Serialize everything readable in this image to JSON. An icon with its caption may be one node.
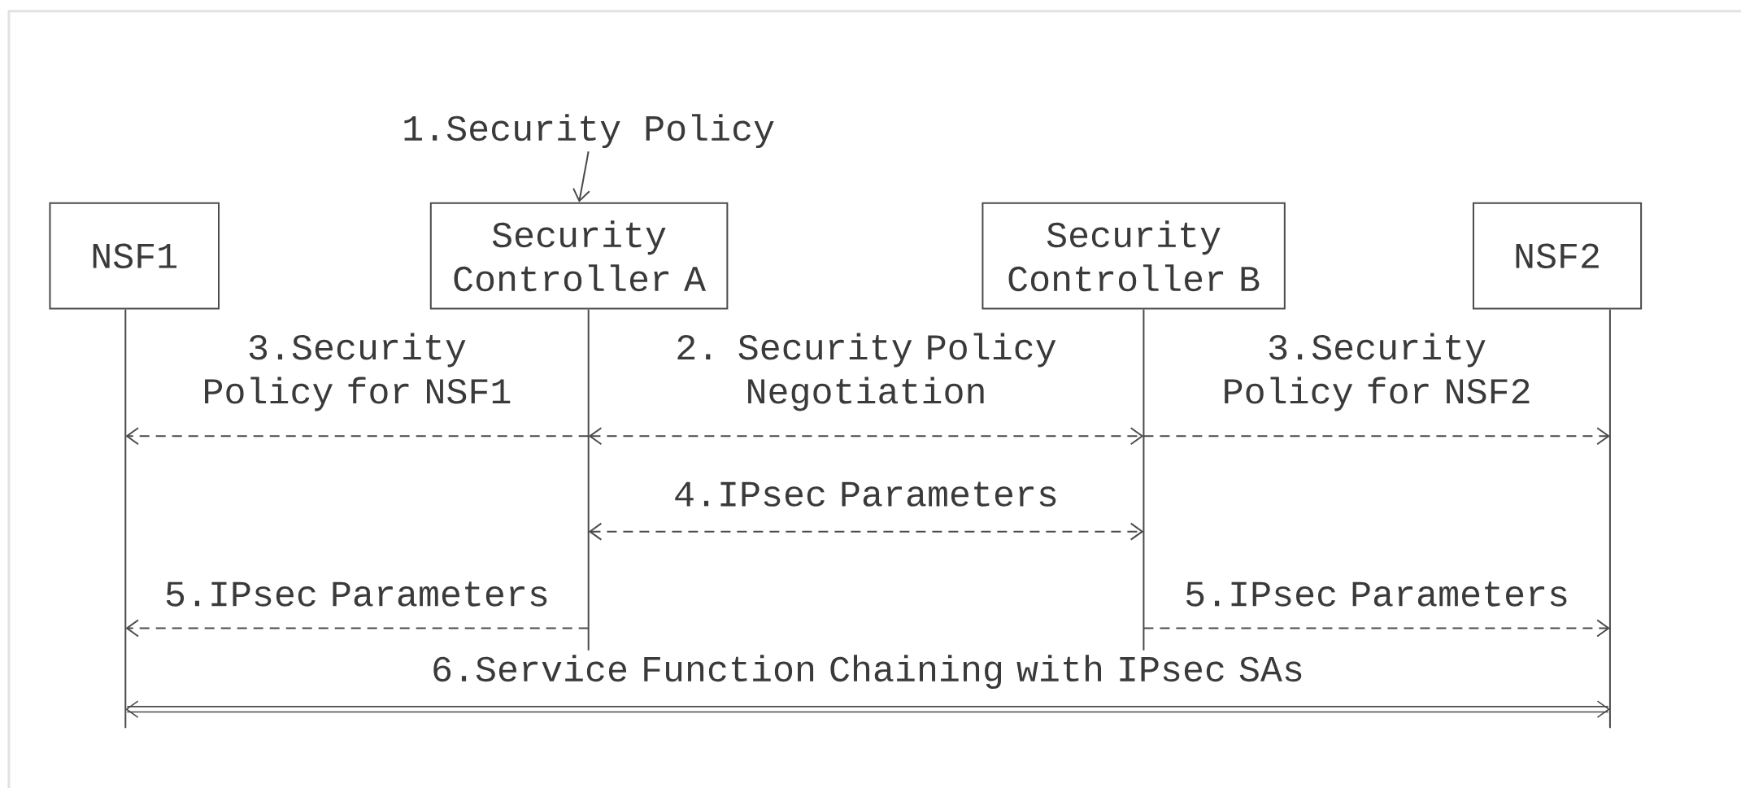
{
  "diagram": {
    "nodes": [
      {
        "text": [
          "NSF1"
        ]
      },
      {
        "text": [
          "Security Controller A"
        ]
      },
      {
        "text": [
          "Security Controller B"
        ]
      },
      {
        "text": [
          "NSF2"
        ]
      },
      {
        "text": [
          "1.Security Policy"
        ]
      }
    ],
    "edges": [
      {
        "from": 4,
        "to": 1,
        "arrow": "to"
      },
      {
        "from": 1,
        "to": 2,
        "arrow": "both",
        "label": "2. Security Policy Negotiation",
        "style": "dashed"
      },
      {
        "from": 1,
        "to": 0,
        "arrow": "to",
        "label": "3.Security Policy for NSF1",
        "style": "dashed"
      },
      {
        "from": 2,
        "to": 3,
        "arrow": "to",
        "label": "3.Security Policy for NSF2",
        "style": "dashed"
      },
      {
        "from": 1,
        "to": 2,
        "arrow": "both",
        "label": "4.IPsec Parameters",
        "style": "dashed"
      },
      {
        "from": 1,
        "to": 0,
        "arrow": "to",
        "label": "5.IPsec Parameters",
        "style": "dashed"
      },
      {
        "from": 2,
        "to": 3,
        "arrow": "to",
        "label": "5.IPsec Parameters",
        "style": "dashed"
      },
      {
        "from": 0,
        "to": 3,
        "arrow": "both",
        "label": "6.Service Function Chaining with IPsec SAs",
        "style": "thick"
      }
    ]
  }
}
